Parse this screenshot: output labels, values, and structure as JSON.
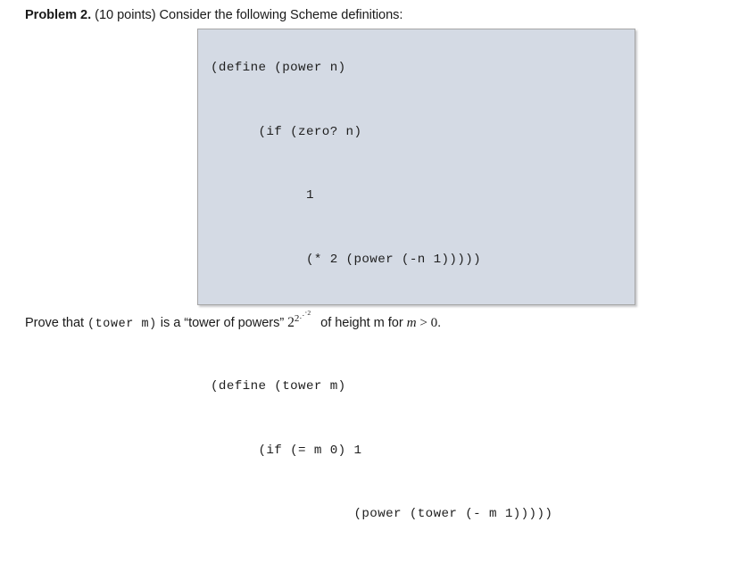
{
  "document": {
    "heading": {
      "label": "Problem 2.",
      "rest": " (10 points) Consider the following Scheme definitions:"
    },
    "code_block": {
      "background_color": "#d4dae4",
      "border_color": "#a6a6a6",
      "lines": [
        "(define (power n)",
        "      (if (zero? n)",
        "            1",
        "            (* 2 (power (-n 1)))))",
        "",
        "(define (tower m)",
        "      (if (= m 0) 1",
        "                  (power (tower (- m 1)))))"
      ]
    },
    "prove_line": {
      "prefix": "Prove that ",
      "code_ref": "(tower m)",
      "middle": " is a “tower of powers” ",
      "tower_notation": {
        "base": "2",
        "exponent_1": "2",
        "ellipsis": "⋰",
        "exponent_top": "2",
        "plain_text": "2^(2^(⋰^2))"
      },
      "suffix": " of height m for ",
      "variable": "m",
      "operator": " > ",
      "bound": "0",
      "period": "."
    }
  }
}
